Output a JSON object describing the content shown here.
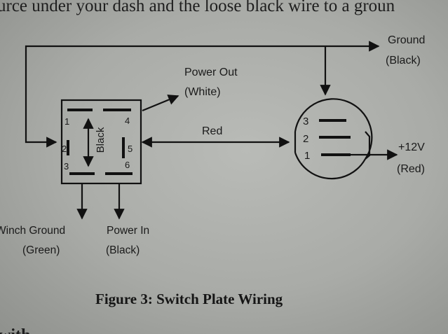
{
  "header_text": "urce under your dash and the loose black wire to a groun",
  "caption": "Figure 3: Switch Plate Wiring",
  "switch_plate": {
    "pins": [
      "1",
      "2",
      "3",
      "4",
      "5",
      "6"
    ],
    "center_label": "Black"
  },
  "connector": {
    "pins": [
      "3",
      "2",
      "1"
    ]
  },
  "labels": {
    "ground": "Ground",
    "ground_color": "(Black)",
    "power_out": "Power Out",
    "power_out_color": "(White)",
    "red": "Red",
    "plus12v": "+12V",
    "plus12v_color": "(Red)",
    "winch_ground": "Winch Ground",
    "winch_ground_color": "(Green)",
    "power_in": "Power In",
    "power_in_color": "(Black)"
  },
  "footer_text": "with"
}
